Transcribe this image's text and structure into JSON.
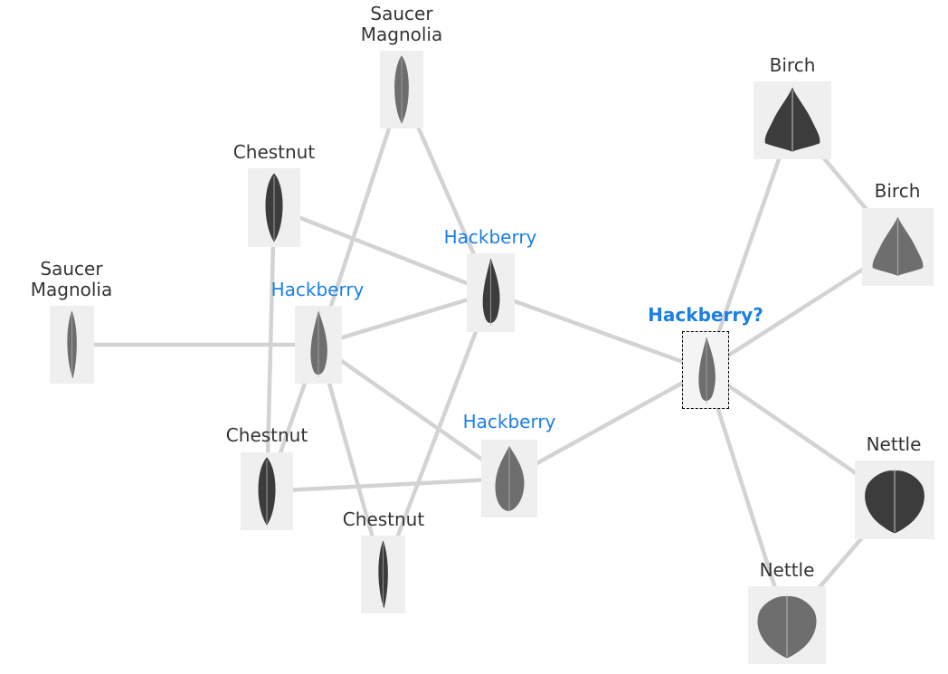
{
  "colors": {
    "edge": "#d3d3d3",
    "label": "#333333",
    "highlight": "#1a7fe6",
    "thumb_bg": "#efefef",
    "leaf_dark": "#3c3c3c",
    "leaf_mid": "#6e6e6e"
  },
  "nodes": [
    {
      "id": "n0",
      "label": "Saucer\nMagnolia",
      "style": "normal",
      "leaf_shape": "long-leaf"
    },
    {
      "id": "n1",
      "label": "Chestnut",
      "style": "normal",
      "leaf_shape": "oval-leaf"
    },
    {
      "id": "n2",
      "label": "Saucer\nMagnolia",
      "style": "normal",
      "leaf_shape": "oval-leaf"
    },
    {
      "id": "n3",
      "label": "Hackberry",
      "style": "highlight",
      "leaf_shape": "ovate-leaf"
    },
    {
      "id": "n4",
      "label": "Hackberry",
      "style": "highlight",
      "leaf_shape": "ovate-leaf"
    },
    {
      "id": "n5",
      "label": "Chestnut",
      "style": "normal",
      "leaf_shape": "oval-leaf"
    },
    {
      "id": "n6",
      "label": "Hackberry",
      "style": "highlight",
      "leaf_shape": "round-leaf"
    },
    {
      "id": "n7",
      "label": "Chestnut",
      "style": "normal",
      "leaf_shape": "long-leaf"
    },
    {
      "id": "n8",
      "label": "Hackberry?",
      "style": "query",
      "leaf_shape": "ovate-leaf"
    },
    {
      "id": "n9",
      "label": "Birch",
      "style": "normal",
      "leaf_shape": "triangle-leaf"
    },
    {
      "id": "n10",
      "label": "Birch",
      "style": "normal",
      "leaf_shape": "triangle-leaf"
    },
    {
      "id": "n11",
      "label": "Nettle",
      "style": "normal",
      "leaf_shape": "heart-leaf"
    },
    {
      "id": "n12",
      "label": "Nettle",
      "style": "normal",
      "leaf_shape": "heart-leaf"
    }
  ],
  "edges": [
    [
      "n0",
      "n4"
    ],
    [
      "n1",
      "n3"
    ],
    [
      "n1",
      "n5"
    ],
    [
      "n2",
      "n3"
    ],
    [
      "n2",
      "n4"
    ],
    [
      "n3",
      "n4"
    ],
    [
      "n3",
      "n8"
    ],
    [
      "n3",
      "n7"
    ],
    [
      "n4",
      "n5"
    ],
    [
      "n4",
      "n6"
    ],
    [
      "n4",
      "n7"
    ],
    [
      "n5",
      "n6"
    ],
    [
      "n6",
      "n8"
    ],
    [
      "n8",
      "n9"
    ],
    [
      "n9",
      "n10"
    ],
    [
      "n8",
      "n10"
    ],
    [
      "n8",
      "n11"
    ],
    [
      "n8",
      "n12"
    ],
    [
      "n11",
      "n12"
    ]
  ]
}
